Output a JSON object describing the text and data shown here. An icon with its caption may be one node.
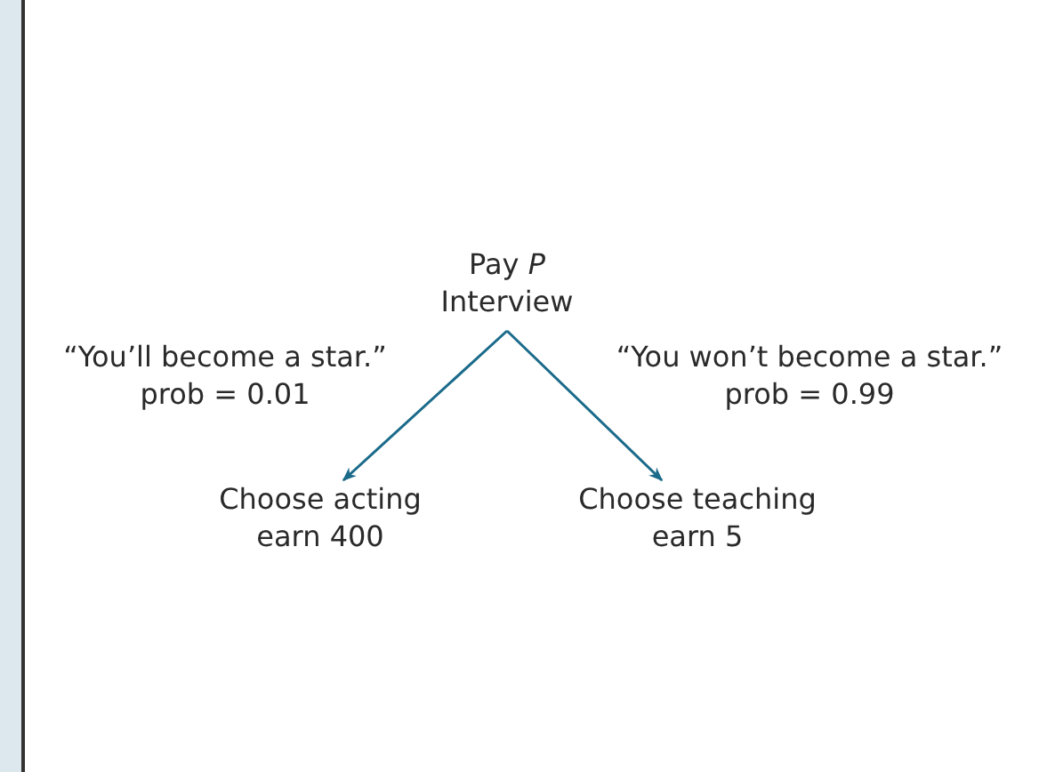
{
  "diagram": {
    "nodes": [
      {
        "text": [
          "Pay *P*",
          "Interview"
        ]
      },
      {
        "text": [
          "Choose acting",
          "earn 400"
        ]
      },
      {
        "text": [
          "Choose teaching",
          "earn 5"
        ]
      }
    ],
    "edges": [
      {
        "from": 0,
        "to": 1,
        "arrow": "to",
        "label": "“You’ll become a star.” prob = 0.01"
      },
      {
        "from": 0,
        "to": 2,
        "arrow": "to",
        "label": "“You won’t become a star.” prob = 0.99"
      }
    ]
  }
}
